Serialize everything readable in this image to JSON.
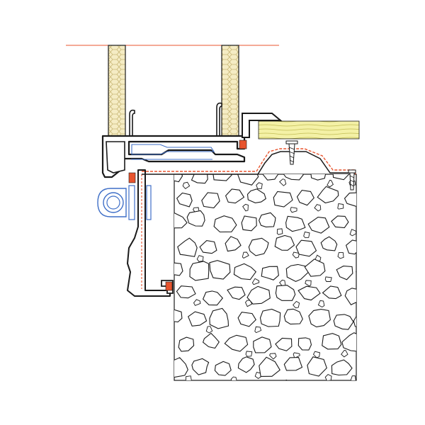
{
  "diagram": {
    "kind": "architectural-section-detail",
    "labels": [],
    "colors": {
      "background": "#ffffff",
      "outline": "#1a1a1a",
      "insulation_fill": "#f5ecc4",
      "insulation_pattern": "#c9b877",
      "profile_fill": "#ffffff",
      "seal": "#e8542e",
      "membrane": "#e8542e",
      "datum_line": "#e8542e",
      "hinge_blue": "#3f6fc7",
      "timber_board": "#f4f1a6",
      "timber_grain": "#c2bd55",
      "stone_outline": "#1a1a1a"
    },
    "components": {
      "glazing_panels": {
        "count": 2,
        "infill": "honeycomb-insulation"
      },
      "sash_profile": {
        "material": "aluminium"
      },
      "frame_profile": {
        "material": "aluminium"
      },
      "hinge": {
        "type": "round-barrel"
      },
      "cill_board": {
        "material": "timber"
      },
      "fixing_screws": {
        "count": 2
      },
      "masonry_wall": {
        "type": "random-rubble-stone"
      },
      "membrane_line": {
        "style": "dashed"
      }
    }
  }
}
